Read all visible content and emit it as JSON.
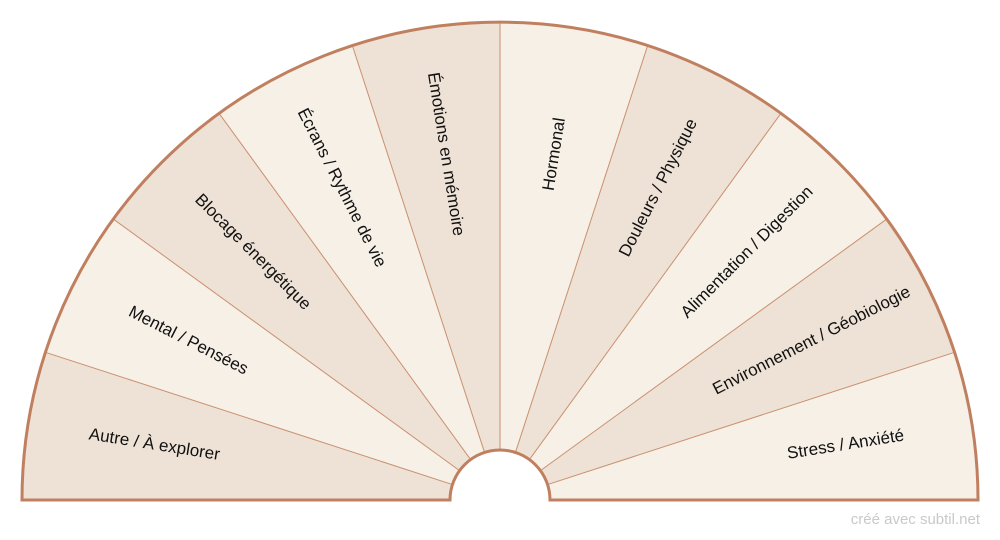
{
  "diagram": {
    "type": "semicircle_pendulum_chart",
    "segments_left_to_right": [
      "Autre / À explorer",
      "Mental / Pensées",
      "Blocage énergétique",
      "Écrans / Rythme de vie",
      "Émotions en mémoire",
      "Hormonal",
      "Douleurs / Physique",
      "Alimentation / Digestion",
      "Environnement / Géobiologie",
      "Stress / Anxiété"
    ],
    "colors": {
      "fill_dark": "#eee2d6",
      "fill_light": "#f6f0e7",
      "outline": "#c08060",
      "divider": "#c9906f"
    }
  },
  "footer": {
    "credit": "créé avec subtil.net"
  }
}
